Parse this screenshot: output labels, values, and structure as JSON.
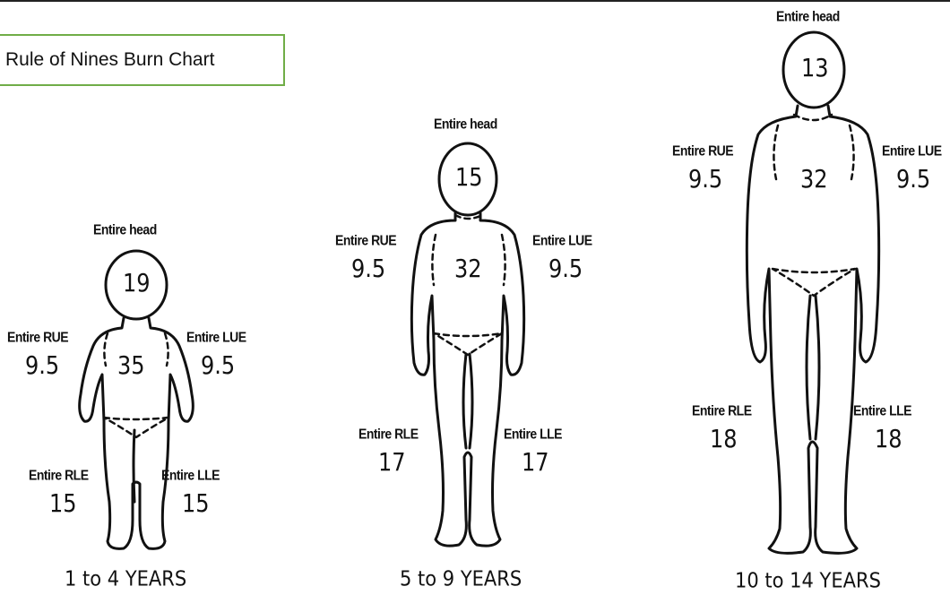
{
  "title": "Rule of Nines Burn Chart",
  "figures": [
    {
      "age": "1 to 4 YEARS",
      "head": {
        "label": "Entire head",
        "value": "19"
      },
      "trunk": {
        "value": "35"
      },
      "rue": {
        "label": "Entire RUE",
        "value": "9.5"
      },
      "lue": {
        "label": "Entire LUE",
        "value": "9.5"
      },
      "rle": {
        "label": "Entire RLE",
        "value": "15"
      },
      "lle": {
        "label": "Entire LLE",
        "value": "15"
      }
    },
    {
      "age": "5 to 9 YEARS",
      "head": {
        "label": "Entire head",
        "value": "15"
      },
      "trunk": {
        "value": "32"
      },
      "rue": {
        "label": "Entire RUE",
        "value": "9.5"
      },
      "lue": {
        "label": "Entire LUE",
        "value": "9.5"
      },
      "rle": {
        "label": "Entire RLE",
        "value": "17"
      },
      "lle": {
        "label": "Entire LLE",
        "value": "17"
      }
    },
    {
      "age": "10 to 14 YEARS",
      "head": {
        "label": "Entire head",
        "value": "13"
      },
      "trunk": {
        "value": "32"
      },
      "rue": {
        "label": "Entire RUE",
        "value": "9.5"
      },
      "lue": {
        "label": "Entire LUE",
        "value": "9.5"
      },
      "rle": {
        "label": "Entire RLE",
        "value": "18"
      },
      "lle": {
        "label": "Entire LLE",
        "value": "18"
      }
    }
  ]
}
